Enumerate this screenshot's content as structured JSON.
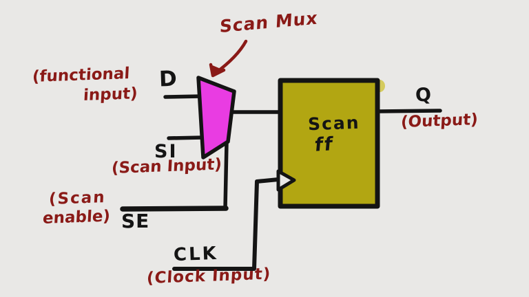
{
  "diagram": {
    "background_color": "#e9e8e6",
    "ink_color": "#141414",
    "annotation_color": "#8a1a17",
    "mux": {
      "fill": "#e93ce2",
      "pointer_label": "Scan Mux"
    },
    "flipflop": {
      "fill": "#b2a612",
      "label_line1": "Scan",
      "label_line2": "ff"
    },
    "signals": {
      "d": {
        "name": "D",
        "annotation_line1": "(functional",
        "annotation_line2": "input)"
      },
      "si": {
        "name": "SI",
        "annotation": "(Scan Input)"
      },
      "se": {
        "name": "SE",
        "annotation_line1": "(Scan",
        "annotation_line2": "enable)"
      },
      "clk": {
        "name": "CLK",
        "annotation": "(Clock Input)"
      },
      "q": {
        "name": "Q",
        "annotation": "(Output)"
      }
    }
  }
}
